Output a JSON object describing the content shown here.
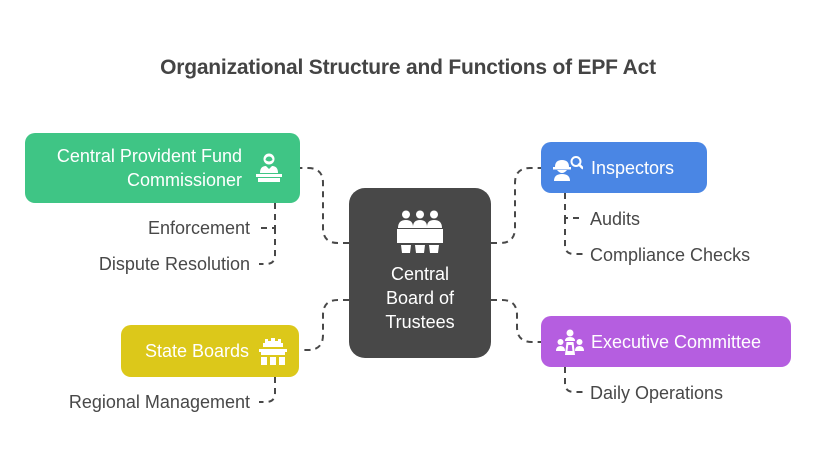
{
  "title": "Organizational Structure and Functions of EPF Act",
  "colors": {
    "center": "#484848",
    "cpfc": "#3fc585",
    "inspectors": "#4a86e4",
    "state_boards": "#dcc81a",
    "executive": "#b55ee0",
    "connector": "#484848",
    "leaf_text": "#484848"
  },
  "center": {
    "label": "Central Board of Trustees",
    "label_lines": [
      "Central",
      "Board of",
      "Trustees"
    ],
    "icon": "board-table-people-icon"
  },
  "branches": [
    {
      "id": "cpfc",
      "label_lines": [
        "Central Provident Fund",
        "Commissioner"
      ],
      "icon": "official-at-desk-icon",
      "side": "left",
      "children": [
        "Enforcement",
        "Dispute Resolution"
      ]
    },
    {
      "id": "inspectors",
      "label_lines": [
        "Inspectors"
      ],
      "icon": "inspector-helmet-search-icon",
      "side": "right",
      "children": [
        "Audits",
        "Compliance Checks"
      ]
    },
    {
      "id": "state_boards",
      "label_lines": [
        "State Boards"
      ],
      "icon": "government-building-icon",
      "side": "left",
      "children": [
        "Regional Management"
      ]
    },
    {
      "id": "executive",
      "label_lines": [
        "Executive Committee"
      ],
      "icon": "committee-meeting-icon",
      "side": "right",
      "children": [
        "Daily Operations"
      ]
    }
  ]
}
